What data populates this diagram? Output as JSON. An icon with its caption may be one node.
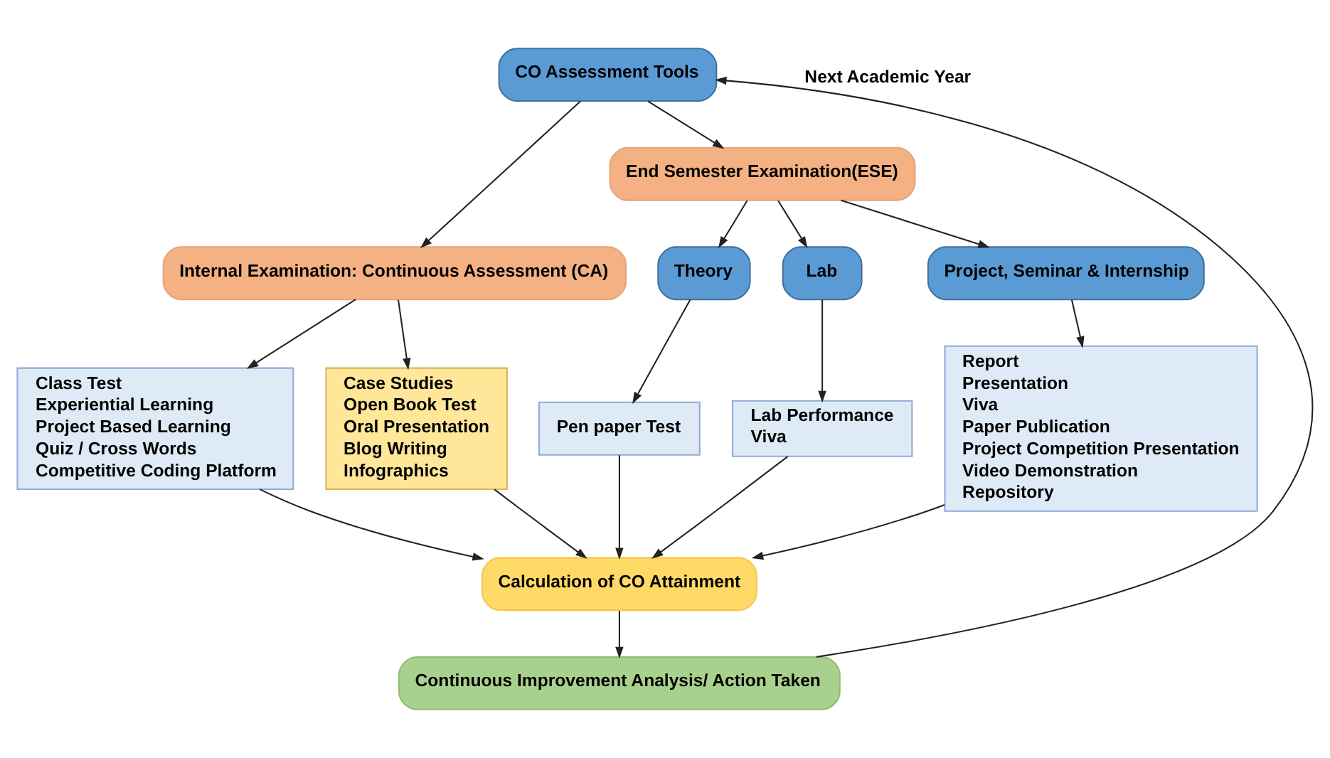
{
  "diagram": {
    "nodes": [
      {
        "text": [
          "CO Assessment Tools"
        ]
      },
      {
        "text": [
          "Internal Examination: Continuous Assessment (CA)"
        ]
      },
      {
        "text": [
          "End Semester Examination(ESE)"
        ]
      },
      {
        "text": [
          "Theory"
        ]
      },
      {
        "text": [
          "Lab"
        ]
      },
      {
        "text": [
          "Project, Seminar & Internship"
        ]
      },
      {
        "text": [
          "Class Test",
          "Experiential Learning",
          "Project Based Learning",
          "Quiz / Cross Words",
          "Competitive Coding Platform"
        ]
      },
      {
        "text": [
          "Case Studies",
          "Open Book Test",
          "Oral Presentation",
          "Blog Writing",
          "Infographics"
        ]
      },
      {
        "text": [
          "Pen paper Test"
        ]
      },
      {
        "text": [
          "Lab Performance",
          "Viva"
        ]
      },
      {
        "text": [
          "Report",
          "Presentation",
          "Viva",
          "Paper Publication",
          "Project Competition Presentation",
          "Video Demonstration",
          "Repository"
        ]
      },
      {
        "text": [
          "Calculation of CO Attainment"
        ]
      },
      {
        "text": [
          "Continuous Improvement Analysis/ Action Taken"
        ]
      }
    ],
    "edges": [
      {
        "from": 0,
        "to": 1,
        "arrow": "to"
      },
      {
        "from": 0,
        "to": 2,
        "arrow": "to"
      },
      {
        "from": 1,
        "to": 6,
        "arrow": "to"
      },
      {
        "from": 1,
        "to": 7,
        "arrow": "to"
      },
      {
        "from": 2,
        "to": 3,
        "arrow": "to"
      },
      {
        "from": 2,
        "to": 4,
        "arrow": "to"
      },
      {
        "from": 2,
        "to": 5,
        "arrow": "to"
      },
      {
        "from": 3,
        "to": 8,
        "arrow": "to"
      },
      {
        "from": 4,
        "to": 9,
        "arrow": "to"
      },
      {
        "from": 5,
        "to": 10,
        "arrow": "to"
      },
      {
        "from": 6,
        "to": 11,
        "arrow": "to"
      },
      {
        "from": 7,
        "to": 11,
        "arrow": "to"
      },
      {
        "from": 8,
        "to": 11,
        "arrow": "to"
      },
      {
        "from": 9,
        "to": 11,
        "arrow": "to"
      },
      {
        "from": 10,
        "to": 11,
        "arrow": "to"
      },
      {
        "from": 11,
        "to": 12,
        "arrow": "to"
      },
      {
        "from": 12,
        "to": 0,
        "arrow": "to",
        "label": "Next Academic Year"
      }
    ]
  }
}
